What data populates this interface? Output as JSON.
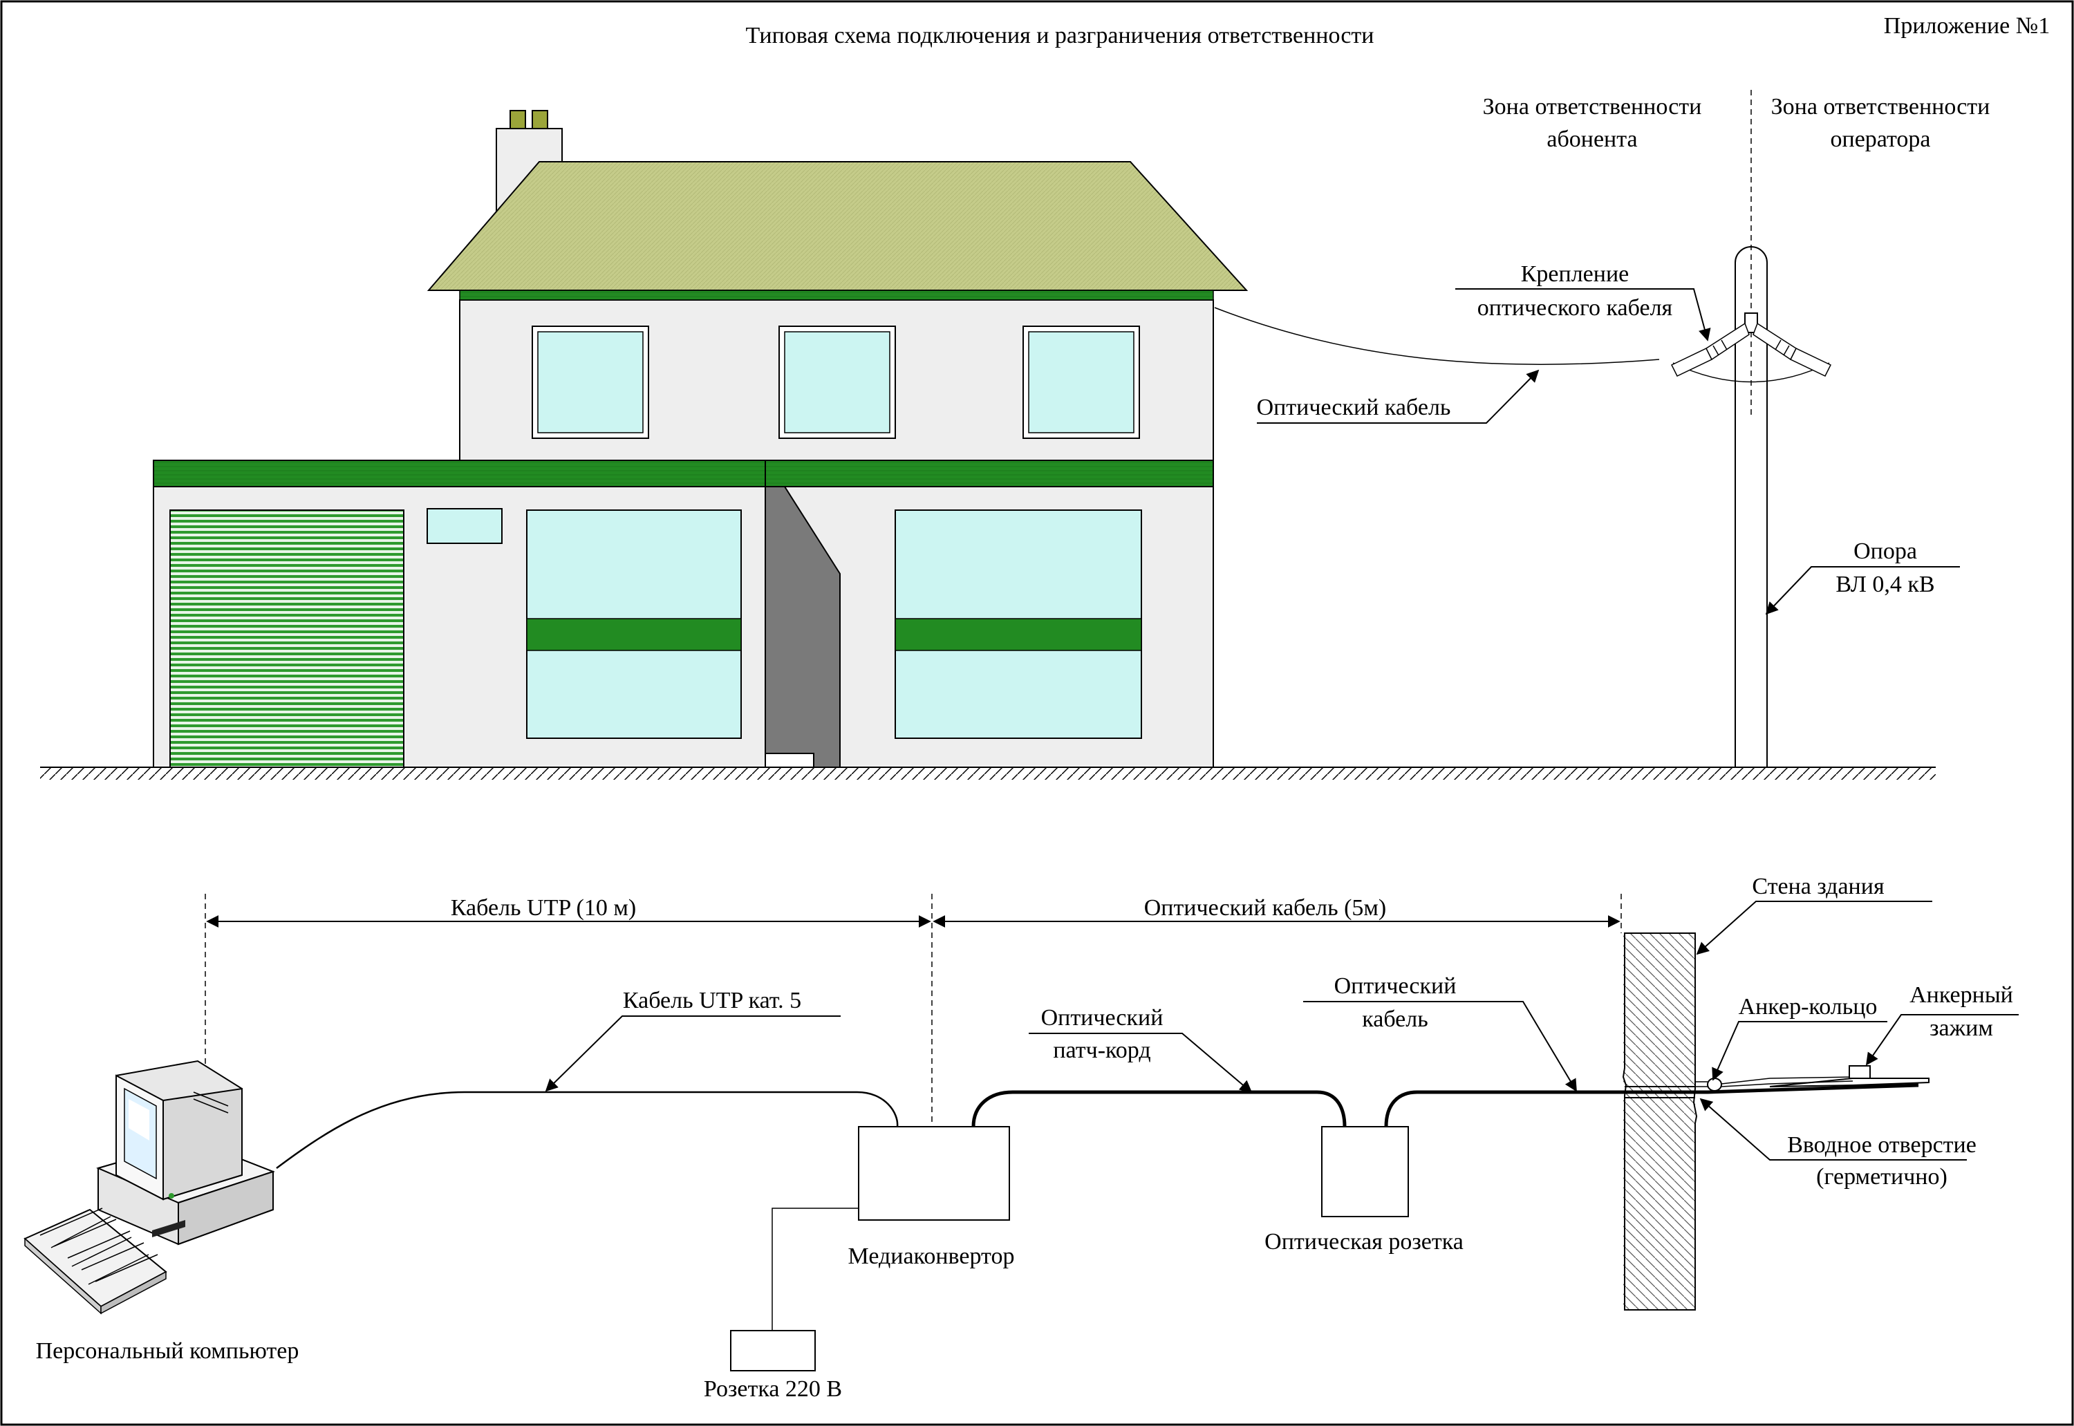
{
  "title": "Типовая схема подключения и разграничения ответственности",
  "appendix": "Приложение №1",
  "zones": {
    "subscriber": [
      "Зона ответственности",
      "абонента"
    ],
    "operator": [
      "Зона ответственности",
      "оператора"
    ]
  },
  "top_labels": {
    "fastening": [
      "Крепление",
      "оптического кабеля"
    ],
    "optic_cable": "Оптический кабель",
    "pole": [
      "Опора",
      "ВЛ 0,4 кВ"
    ]
  },
  "bottom_labels": {
    "utp_span": "Кабель UTP (10 м)",
    "optic_span": "Оптический кабель (5м)",
    "wall": "Стена здания",
    "utp_cat5": "Кабель UTP кат. 5",
    "patch_cord": [
      "Оптический",
      "патч-корд"
    ],
    "optic_cable": [
      "Оптический",
      "кабель"
    ],
    "anchor_ring": "Анкер-кольцо",
    "anchor_clamp": [
      "Анкерный",
      "зажим"
    ],
    "entry_hole": [
      "Вводное отверстие",
      "(герметично)"
    ],
    "media_converter": "Медиаконвертор",
    "optic_socket": "Оптическая розетка",
    "pc": "Персональный компьютер",
    "socket_220": "Розетка 220 В"
  },
  "colors": {
    "roof": "#c5cc8a",
    "green_band": "#228b22",
    "wall": "#eeeeee",
    "glass": "#ccf5f2",
    "door_shadow": "#7a7a7a",
    "garage": "#2e9a2e"
  }
}
